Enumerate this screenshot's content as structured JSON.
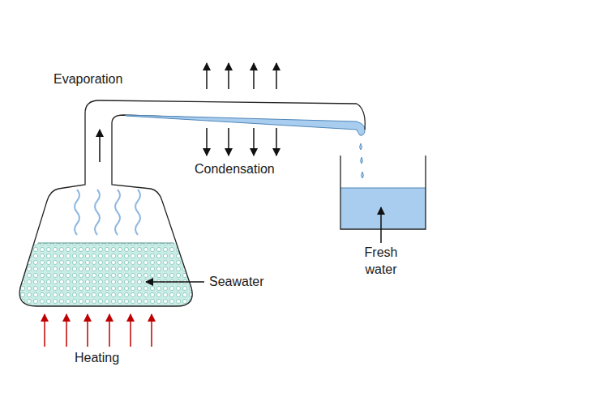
{
  "diagram": {
    "labels": [
      "Evaporation",
      "Condensation",
      "Seawater",
      "Fresh water",
      "Heating"
    ]
  }
}
